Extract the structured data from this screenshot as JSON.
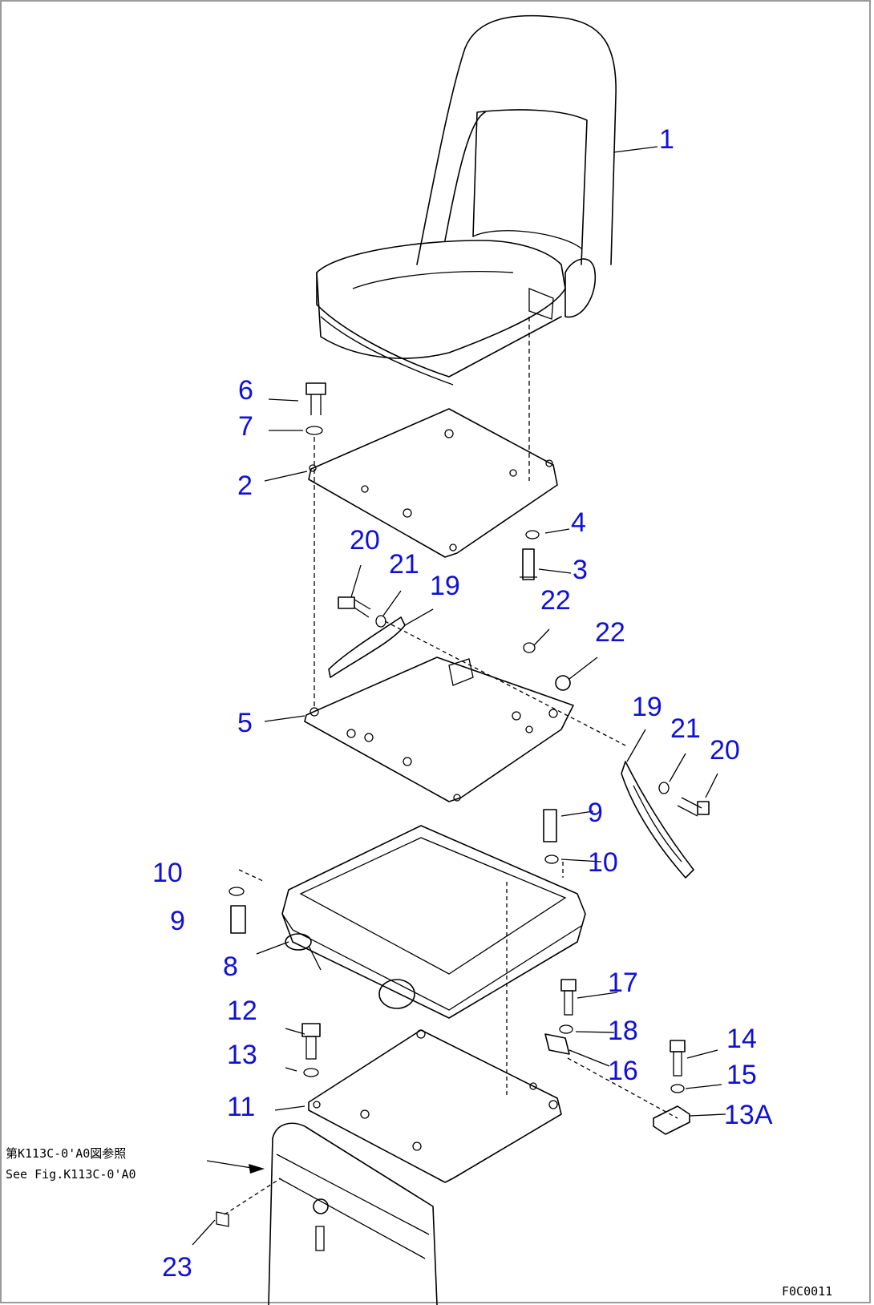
{
  "callouts": {
    "c1": "1",
    "c2": "2",
    "c3": "3",
    "c4": "4",
    "c5": "5",
    "c6": "6",
    "c7": "7",
    "c8": "8",
    "c9a": "9",
    "c9b": "9",
    "c10a": "10",
    "c10b": "10",
    "c11": "11",
    "c12": "12",
    "c13": "13",
    "c13a": "13A",
    "c14": "14",
    "c15": "15",
    "c16": "16",
    "c17": "17",
    "c18": "18",
    "c19a": "19",
    "c19b": "19",
    "c20a": "20",
    "c20b": "20",
    "c21a": "21",
    "c21b": "21",
    "c22a": "22",
    "c22b": "22",
    "c23": "23"
  },
  "note": {
    "line1": "第K113C-0'A0図参照",
    "line2": "See Fig.K113C-0'A0"
  },
  "drawing_code": "F0C0011",
  "colors": {
    "callout": "#1010d8",
    "linework": "#000000",
    "frame": "#9a9a9a"
  }
}
